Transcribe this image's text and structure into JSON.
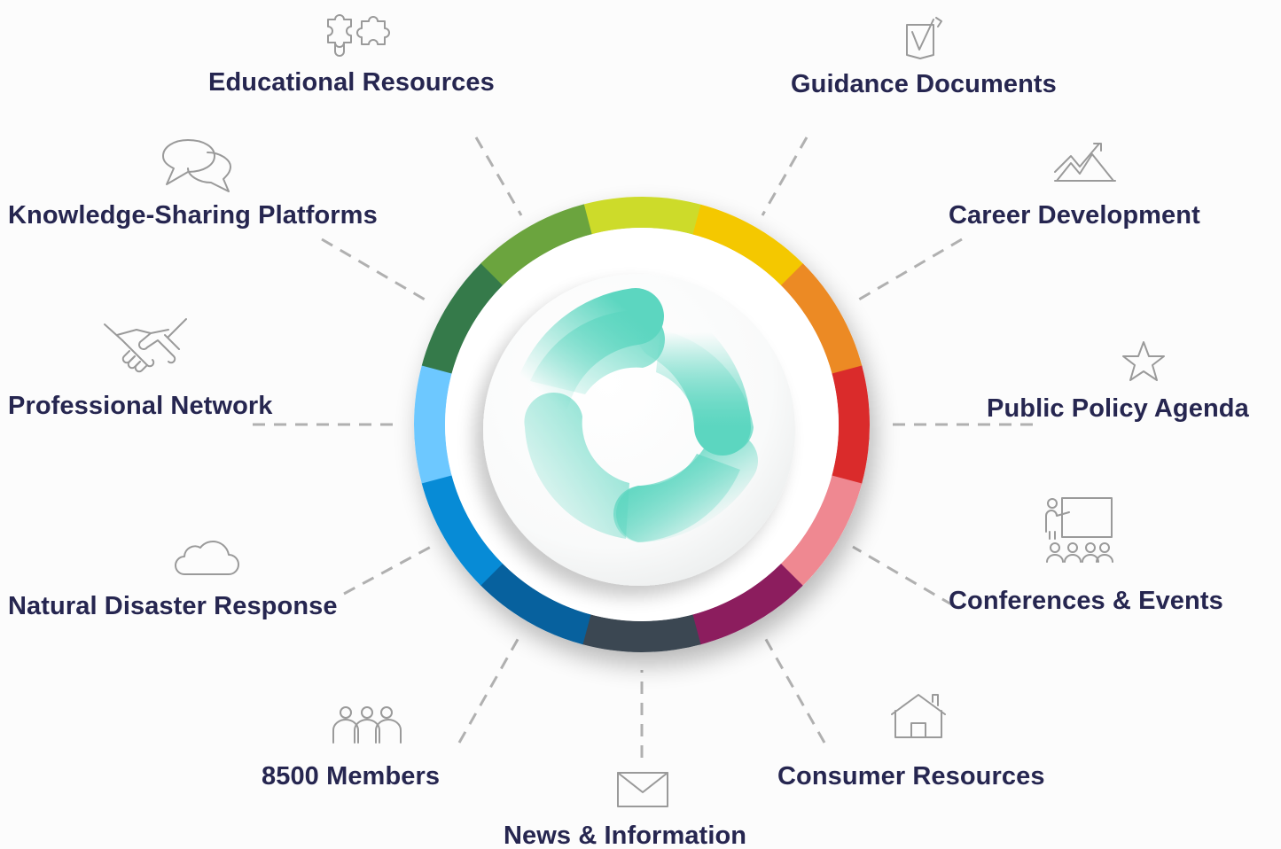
{
  "colors": {
    "label_text": "#262650",
    "icon_stroke": "#9a9a9a",
    "connector": "#b0b0b0",
    "center_ring": "#5cd6c0",
    "ring_segments": [
      "#cddb2a",
      "#f4c800",
      "#ec8a24",
      "#da2b2b",
      "#ef8891",
      "#8c1d5e",
      "#3b4752",
      "#07619e",
      "#078bd6",
      "#6dc8ff",
      "#357a4a",
      "#6ba43e"
    ]
  },
  "items": [
    {
      "id": "educational-resources",
      "label": "Educational Resources",
      "icon": "puzzle-icon"
    },
    {
      "id": "guidance-documents",
      "label": "Guidance Documents",
      "icon": "checklist-icon"
    },
    {
      "id": "career-development",
      "label": "Career Development",
      "icon": "growth-chart-icon"
    },
    {
      "id": "public-policy-agenda",
      "label": "Public Policy Agenda",
      "icon": "star-icon"
    },
    {
      "id": "conferences-events",
      "label": "Conferences & Events",
      "icon": "presentation-icon"
    },
    {
      "id": "consumer-resources",
      "label": "Consumer Resources",
      "icon": "house-icon"
    },
    {
      "id": "news-information",
      "label": "News & Information",
      "icon": "envelope-icon"
    },
    {
      "id": "members",
      "label": "8500 Members",
      "icon": "people-icon"
    },
    {
      "id": "natural-disaster-response",
      "label": "Natural Disaster Response",
      "icon": "cloud-icon"
    },
    {
      "id": "professional-network",
      "label": "Professional Network",
      "icon": "handshake-icon"
    },
    {
      "id": "knowledge-sharing-platforms",
      "label": "Knowledge-Sharing Platforms",
      "icon": "speech-bubbles-icon"
    }
  ]
}
